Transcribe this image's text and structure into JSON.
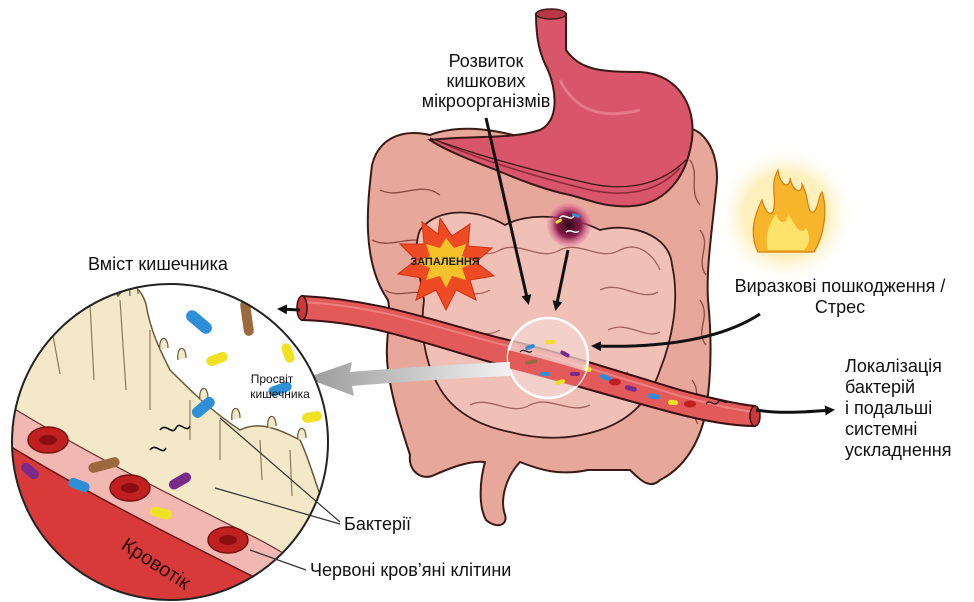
{
  "labels": {
    "microbes": [
      "Розвиток",
      "кишкових",
      "мікроорганізмів"
    ],
    "inflammation": "ЗАПАЛЕННЯ",
    "ulcer": [
      "Виразкові пошкодження /",
      "Стрес"
    ],
    "gut_contents": "Вміст кишечника",
    "lumen": [
      "Просвіт",
      "кишечника"
    ],
    "translocation": [
      "Локалізація",
      "бактерій",
      "і подальші",
      "системні",
      "ускладнення"
    ],
    "bacteria": "Бактерії",
    "red_cells": "Червоні кров’яні клітини",
    "bloodstream": "Кровотік"
  },
  "colors": {
    "intestine": "#e8a79b",
    "small_intestine": "#f0c0b6",
    "stomach": "#d9556a",
    "vessel": "#e25a5a",
    "blood": "#d83a3a",
    "burst": "#ee4a23",
    "villi": "#f3e8c8",
    "bac_blue": "#2e8fd8",
    "bac_yellow": "#f2e022",
    "bac_purple": "#7a2a8a",
    "bac_brown": "#9a6a3e"
  }
}
